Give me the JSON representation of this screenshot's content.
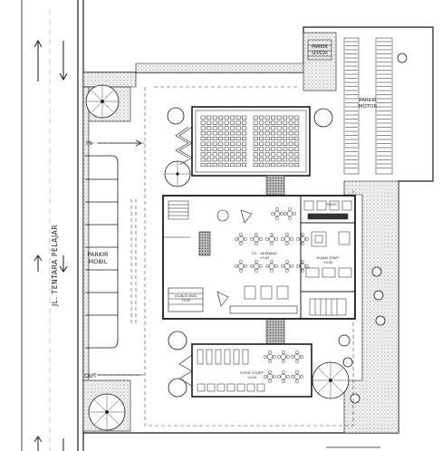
{
  "labels": {
    "road": "JL. TENTARA PELAJAR",
    "parking_car_1": "PARKIR",
    "parking_car_2": "MOBIL",
    "parking_motor_1": "PARKIR",
    "parking_motor_2": "MOTOR",
    "parking_top_1": "PARKIR",
    "parking_top_2": "SEPEDA",
    "entry": "IN",
    "exit": "OUT",
    "coworking_1": "CO - WORKING",
    "coworking_2": "+0.00",
    "food_court_1": "FOOD COURT",
    "food_court_2": "+0.00",
    "ruang_staff_1": "RUANG STAFF",
    "ruang_staff_2": "+0.00",
    "toilet": "TOILET",
    "lounge_1": "LOUNGE AREA",
    "lounge_2": "+0.00"
  },
  "colors": {
    "line": "#1a1a1a",
    "hatch": "#9a9a9a",
    "greenery": "#e6e6e6"
  }
}
